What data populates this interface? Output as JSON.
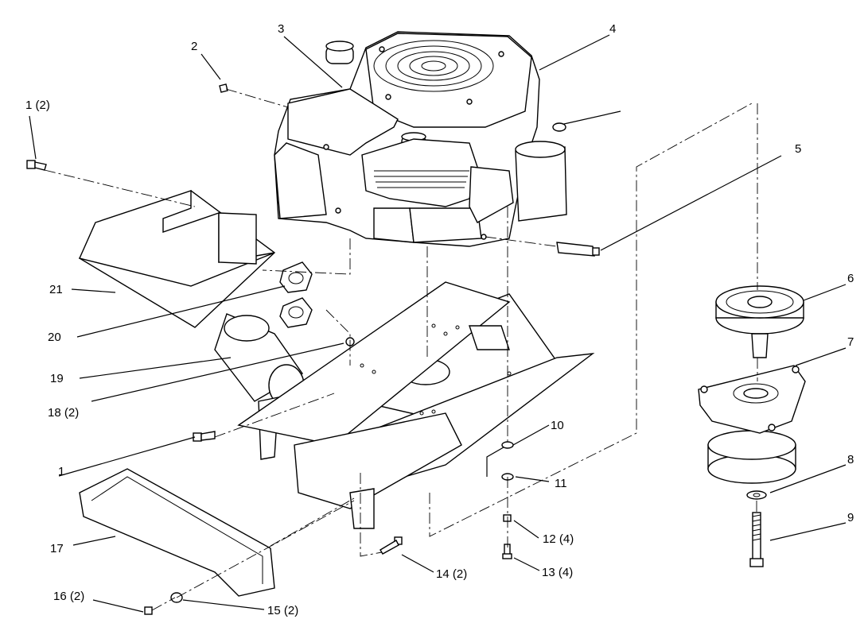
{
  "diagram": {
    "labels": [
      {
        "id": "c1",
        "text": "1 (2)"
      },
      {
        "id": "c2",
        "text": "2"
      },
      {
        "id": "c3",
        "text": "3"
      },
      {
        "id": "c4",
        "text": "4"
      },
      {
        "id": "c5",
        "text": "5"
      },
      {
        "id": "c6",
        "text": "6"
      },
      {
        "id": "c7",
        "text": "7"
      },
      {
        "id": "c8",
        "text": "8"
      },
      {
        "id": "c9",
        "text": "9"
      },
      {
        "id": "c10",
        "text": "10"
      },
      {
        "id": "c11",
        "text": "11"
      },
      {
        "id": "c12",
        "text": "12 (4)"
      },
      {
        "id": "c13",
        "text": "13 (4)"
      },
      {
        "id": "c14",
        "text": "14 (2)"
      },
      {
        "id": "c15",
        "text": "15 (2)"
      },
      {
        "id": "c16",
        "text": "16 (2)"
      },
      {
        "id": "c17",
        "text": "17"
      },
      {
        "id": "c18",
        "text": "18 (2)"
      },
      {
        "id": "c19",
        "text": "19"
      },
      {
        "id": "c20",
        "text": "20"
      },
      {
        "id": "c21",
        "text": "21"
      },
      {
        "id": "c1b",
        "text": "1"
      }
    ]
  }
}
